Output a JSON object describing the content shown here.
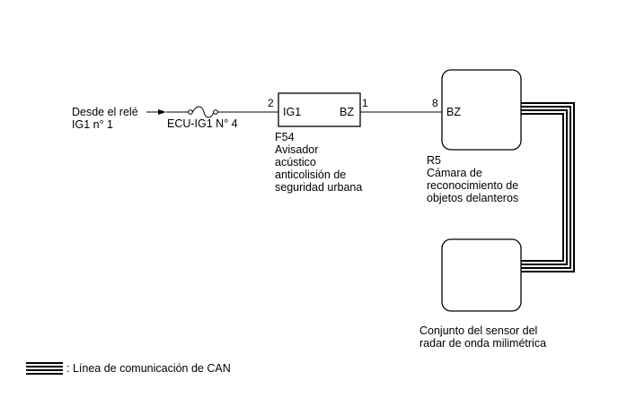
{
  "source": {
    "line1": "Desde el relé",
    "line2": "IG1 n° 1"
  },
  "fuse": {
    "label": "ECU-IG1 N° 4"
  },
  "f54": {
    "code": "F54",
    "name_line1": "Avisador",
    "name_line2": "acústico",
    "name_line3": "anticolisión de",
    "name_line4": "seguridad urbana",
    "pin_in_number": "2",
    "pin_in_name": "IG1",
    "pin_out_number": "1",
    "pin_out_name": "BZ"
  },
  "r5": {
    "code": "R5",
    "name_line1": "Cámara de",
    "name_line2": "reconocimiento de",
    "name_line3": "objetos delanteros",
    "pin_number": "8",
    "pin_name": "BZ"
  },
  "radar": {
    "name_line1": "Conjunto del sensor del",
    "name_line2": "radar de onda milimétrica"
  },
  "legend": {
    "text": ": Línea de comunicación de CAN"
  },
  "colors": {
    "line": "#000000",
    "background": "#ffffff"
  }
}
